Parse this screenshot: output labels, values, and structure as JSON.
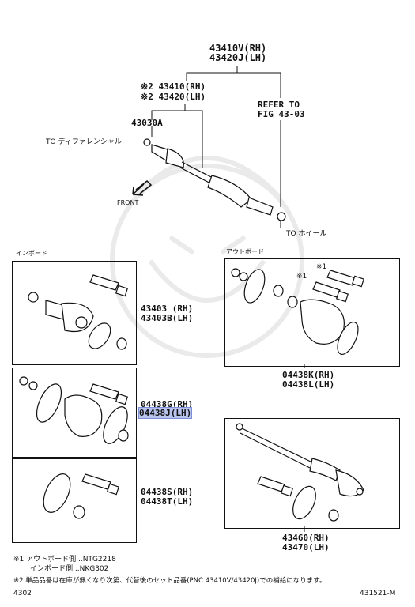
{
  "assembly": {
    "rh": "43410V(RH)",
    "lh": "43420J(LH)",
    "shaft_rh": "※2 43410(RH)",
    "shaft_lh": "※2 43420(LH)",
    "refer_line1": "REFER TO",
    "refer_line2": "FIG 43-03",
    "part_43030a": "43030A",
    "to_diff": "TO ディファレンシャル",
    "front": "FRONT",
    "to_wheel": "TO ホイール"
  },
  "sections": {
    "inboard": "インボード",
    "outboard": "アウトボード"
  },
  "callouts": {
    "k1_a": "※1",
    "k1_b": "※1"
  },
  "boxes": {
    "inboard_joint": {
      "rh": "43403 (RH)",
      "lh": "43403B(LH)"
    },
    "inboard_boot": {
      "rh": "04438G(RH)",
      "lh": "04438J(LH)"
    },
    "inboard_clamp": {
      "rh": "04438S(RH)",
      "lh": "04438T(LH)"
    },
    "outboard_boot": {
      "rh": "04438K(RH)",
      "lh": "04438L(LH)"
    },
    "outboard_shaft": {
      "rh": "43460(RH)",
      "lh": "43470(LH)"
    }
  },
  "notes": {
    "n1_line1": "※1 アウトボード側 ..NTG2218",
    "n1_line2": "インボード側 ..NKG302",
    "n2": "※2 単品品番は在庫が無くなり次第、代替後のセット品番(PNC 43410V/43420J)での補給になります。",
    "page": "4302",
    "code": "431521-M"
  }
}
